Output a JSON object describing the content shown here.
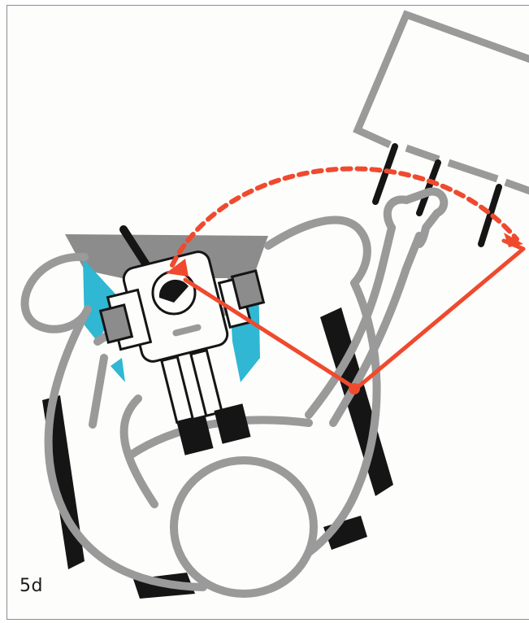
{
  "figure": {
    "panel_label": "5d",
    "colors": {
      "outline": "#9a9a9a",
      "accent_red": "#ef4a2e",
      "accent_cyan": "#2fb7d3",
      "black": "#151515",
      "background": "#fdfdfb"
    },
    "elements": [
      "operator-figure",
      "patient-chair",
      "microscope",
      "instrument-tray",
      "instrument-transfer-arc",
      "eye-to-tray-sightline"
    ]
  }
}
